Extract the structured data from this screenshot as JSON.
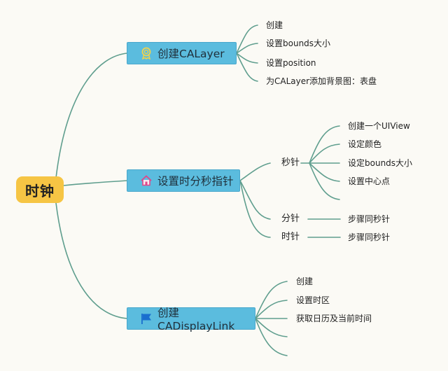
{
  "root": {
    "label": "时钟"
  },
  "branches": [
    {
      "label": "创建CALayer",
      "icon": "medal-icon",
      "children": [
        "创建",
        "设置bounds大小",
        "设置position",
        "为CALayer添加背景图：表盘"
      ]
    },
    {
      "label": "设置时分秒指针",
      "icon": "home-icon",
      "sub": [
        {
          "label": "秒针",
          "children": [
            "创建一个UIView",
            "设定颜色",
            "设定bounds大小",
            "设置中心点"
          ]
        },
        {
          "label": "分针",
          "children": [
            "步骤同秒针"
          ]
        },
        {
          "label": "时针",
          "children": [
            "步骤同秒针"
          ]
        }
      ]
    },
    {
      "label": "创建CADisplayLink",
      "icon": "flag-icon",
      "children": [
        "创建",
        "设置时区",
        "获取日历及当前时间"
      ]
    }
  ],
  "colors": {
    "connector": "#5f9e8e",
    "branch_fill": "#5bbcde",
    "root_fill": "#f6c544",
    "background": "#fbfaf5"
  }
}
